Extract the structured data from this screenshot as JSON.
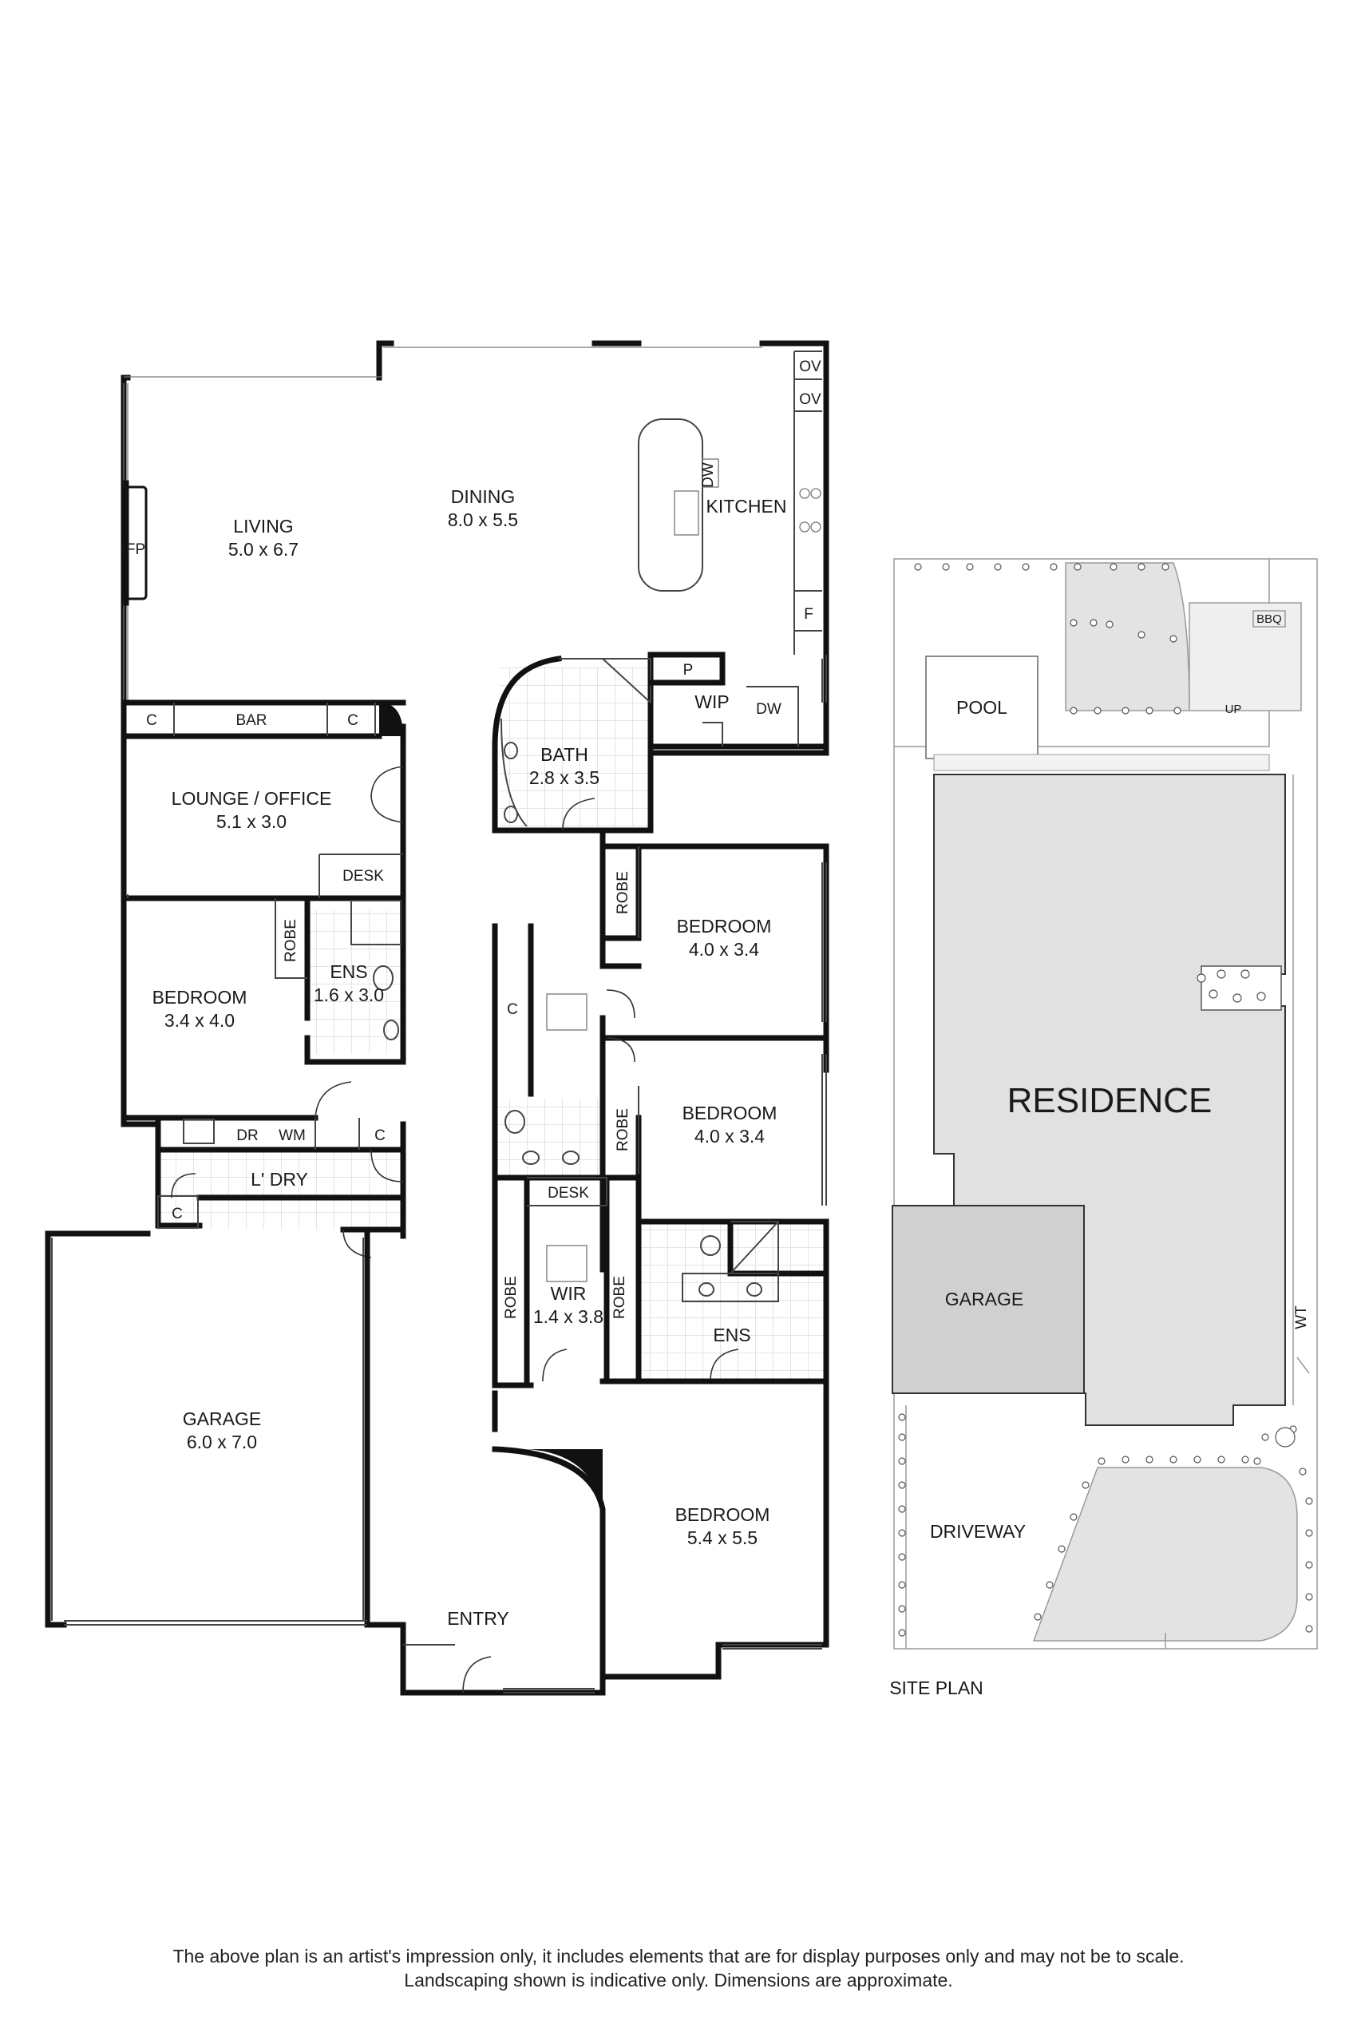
{
  "rooms": {
    "living": {
      "name": "LIVING",
      "dims": "5.0 x 6.7"
    },
    "dining": {
      "name": "DINING",
      "dims": "8.0 x 5.5"
    },
    "kitchen": {
      "name": "KITCHEN"
    },
    "lounge": {
      "name": "LOUNGE / OFFICE",
      "dims": "5.1 x 3.0"
    },
    "bath": {
      "name": "BATH",
      "dims": "2.8 x 3.5"
    },
    "bedroom_nw": {
      "name": "BEDROOM",
      "dims": "3.4 x 4.0"
    },
    "ens_small": {
      "name": "ENS",
      "dims": "1.6 x 3.0"
    },
    "bedroom_2": {
      "name": "BEDROOM",
      "dims": "4.0 x 3.4"
    },
    "bedroom_3": {
      "name": "BEDROOM",
      "dims": "4.0 x 3.4"
    },
    "wir": {
      "name": "WIR",
      "dims": "1.4 x 3.8"
    },
    "ens_main": {
      "name": "ENS"
    },
    "laundry": {
      "name": "L' DRY"
    },
    "garage": {
      "name": "GARAGE",
      "dims": "6.0 x 7.0"
    },
    "entry": {
      "name": "ENTRY"
    },
    "bedroom_main": {
      "name": "BEDROOM",
      "dims": "5.4 x 5.5"
    }
  },
  "fixtures": {
    "fp": "FP",
    "ov1": "OV",
    "ov2": "OV",
    "dw_island": "DW",
    "dw_wip": "DW",
    "fridge": "F",
    "pantry": "P",
    "wip": "WIP",
    "bar": "BAR",
    "c_bar_left": "C",
    "c_bar_right": "C",
    "desk_lounge": "DESK",
    "robe_ens": "ROBE",
    "robe_bed2": "ROBE",
    "robe_bed3": "ROBE",
    "robe_wir_left": "ROBE",
    "robe_wir_right": "ROBE",
    "c_hall": "C",
    "desk_wir": "DESK",
    "dr": "DR",
    "wm": "WM",
    "c_laundry": "C",
    "c_garage": "C"
  },
  "site_plan": {
    "title": "SITE PLAN",
    "pool": "POOL",
    "bbq": "BBQ",
    "up": "UP",
    "residence": "RESIDENCE",
    "garage": "GARAGE",
    "driveway": "DRIVEWAY",
    "wt": "WT"
  },
  "disclaimer": {
    "line1": "The above plan is an artist's impression only, it includes elements that are for display purposes only and may not be to scale.",
    "line2": "Landscaping shown is indicative only. Dimensions are approximate."
  }
}
